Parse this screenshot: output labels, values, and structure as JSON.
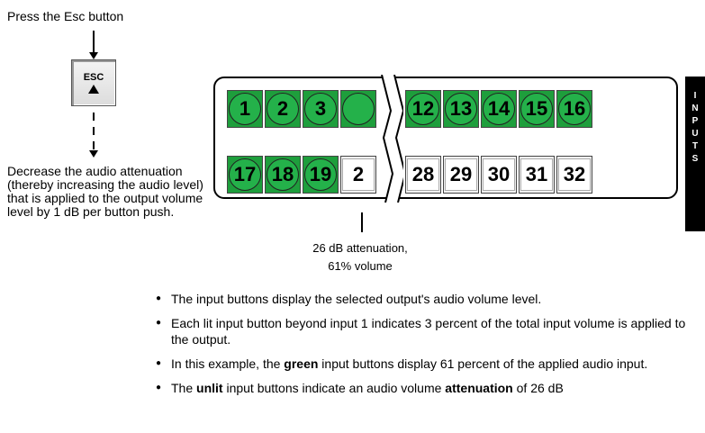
{
  "top_caption": "Press the Esc button",
  "esc_button": {
    "label": "ESC",
    "icon": "up-triangle-icon"
  },
  "decrease_text": "Decrease the audio attenuation (thereby increasing the audio level) that is applied to the output volume level by 1 dB per button push.",
  "side_label": [
    "I",
    "N",
    "P",
    "U",
    "T",
    "S"
  ],
  "row1": [
    {
      "label": "1",
      "state": "lit"
    },
    {
      "label": "2",
      "state": "lit"
    },
    {
      "label": "3",
      "state": "lit"
    },
    {
      "label": "",
      "state": "lit"
    },
    {
      "label": "12",
      "state": "lit"
    },
    {
      "label": "13",
      "state": "lit"
    },
    {
      "label": "14",
      "state": "lit"
    },
    {
      "label": "15",
      "state": "lit"
    },
    {
      "label": "16",
      "state": "lit"
    }
  ],
  "row2": [
    {
      "label": "17",
      "state": "lit"
    },
    {
      "label": "18",
      "state": "lit"
    },
    {
      "label": "19",
      "state": "lit"
    },
    {
      "label": "2",
      "state": "unlit"
    },
    {
      "label": "28",
      "state": "unlit"
    },
    {
      "label": "29",
      "state": "unlit"
    },
    {
      "label": "30",
      "state": "unlit"
    },
    {
      "label": "31",
      "state": "unlit"
    },
    {
      "label": "32",
      "state": "unlit"
    }
  ],
  "attenuation_caption": [
    "26 dB attenuation,",
    "61% volume"
  ],
  "notes": [
    {
      "pre": "The input buttons display the selected output's audio volume level.",
      "bold": "",
      "post": ""
    },
    {
      "pre": "Each lit input button beyond input 1 indicates 3 percent of the total input volume is applied to the output.",
      "bold": "",
      "post": ""
    },
    {
      "pre": "In this example, the ",
      "bold": "green",
      "post": " input buttons display 61 percent of the applied audio input."
    },
    {
      "pre": "The ",
      "bold": "unlit",
      "post": " input buttons indicate an audio volume ",
      "bold2": "attenuation",
      "post2": " of 26 dB"
    }
  ],
  "colors": {
    "lit": "#24b14a",
    "unlit": "#ffffff",
    "sidebar": "#000000"
  }
}
